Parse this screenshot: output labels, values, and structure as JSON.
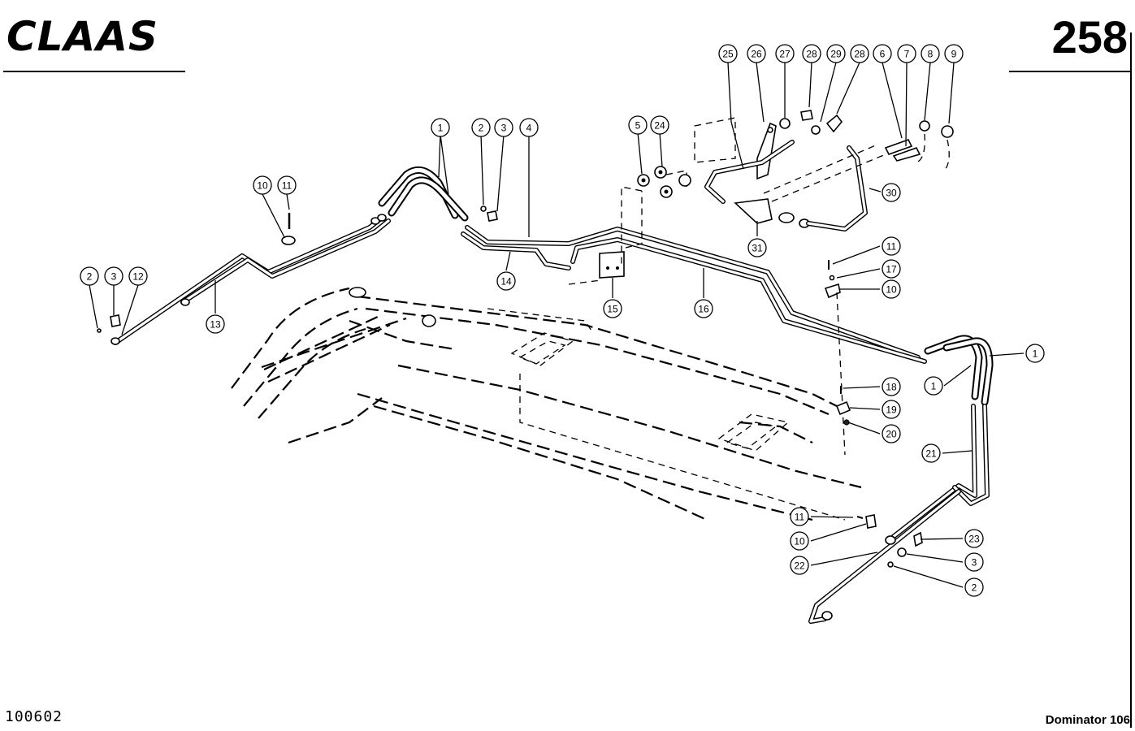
{
  "header": {
    "brand": "CLAAS",
    "page_number": "258"
  },
  "footer": {
    "document_number": "100602",
    "model": "Dominator 106"
  },
  "callouts": [
    {
      "id": "c1a",
      "label": "1"
    },
    {
      "id": "c2a",
      "label": "2"
    },
    {
      "id": "c3a",
      "label": "3"
    },
    {
      "id": "c4",
      "label": "4"
    },
    {
      "id": "c5",
      "label": "5"
    },
    {
      "id": "c24a",
      "label": "24"
    },
    {
      "id": "c25",
      "label": "25"
    },
    {
      "id": "c26",
      "label": "26"
    },
    {
      "id": "c27",
      "label": "27"
    },
    {
      "id": "c28a",
      "label": "28"
    },
    {
      "id": "c29",
      "label": "29"
    },
    {
      "id": "c28b",
      "label": "28"
    },
    {
      "id": "c6",
      "label": "6"
    },
    {
      "id": "c7",
      "label": "7"
    },
    {
      "id": "c8",
      "label": "8"
    },
    {
      "id": "c9",
      "label": "9"
    },
    {
      "id": "c10a",
      "label": "10"
    },
    {
      "id": "c11a",
      "label": "11"
    },
    {
      "id": "c2b",
      "label": "2"
    },
    {
      "id": "c3b",
      "label": "3"
    },
    {
      "id": "c12",
      "label": "12"
    },
    {
      "id": "c13",
      "label": "13"
    },
    {
      "id": "c14",
      "label": "14"
    },
    {
      "id": "c15",
      "label": "15"
    },
    {
      "id": "c16",
      "label": "16"
    },
    {
      "id": "c30",
      "label": "30"
    },
    {
      "id": "c31",
      "label": "31"
    },
    {
      "id": "c11b",
      "label": "11"
    },
    {
      "id": "c17",
      "label": "17"
    },
    {
      "id": "c10b",
      "label": "10"
    },
    {
      "id": "c1b",
      "label": "1"
    },
    {
      "id": "c1c",
      "label": "1"
    },
    {
      "id": "c18",
      "label": "18"
    },
    {
      "id": "c19",
      "label": "19"
    },
    {
      "id": "c20",
      "label": "20"
    },
    {
      "id": "c21",
      "label": "21"
    },
    {
      "id": "c11c",
      "label": "11"
    },
    {
      "id": "c10c",
      "label": "10"
    },
    {
      "id": "c22",
      "label": "22"
    },
    {
      "id": "c23",
      "label": "23"
    },
    {
      "id": "c3c",
      "label": "3"
    },
    {
      "id": "c2c",
      "label": "2"
    }
  ]
}
